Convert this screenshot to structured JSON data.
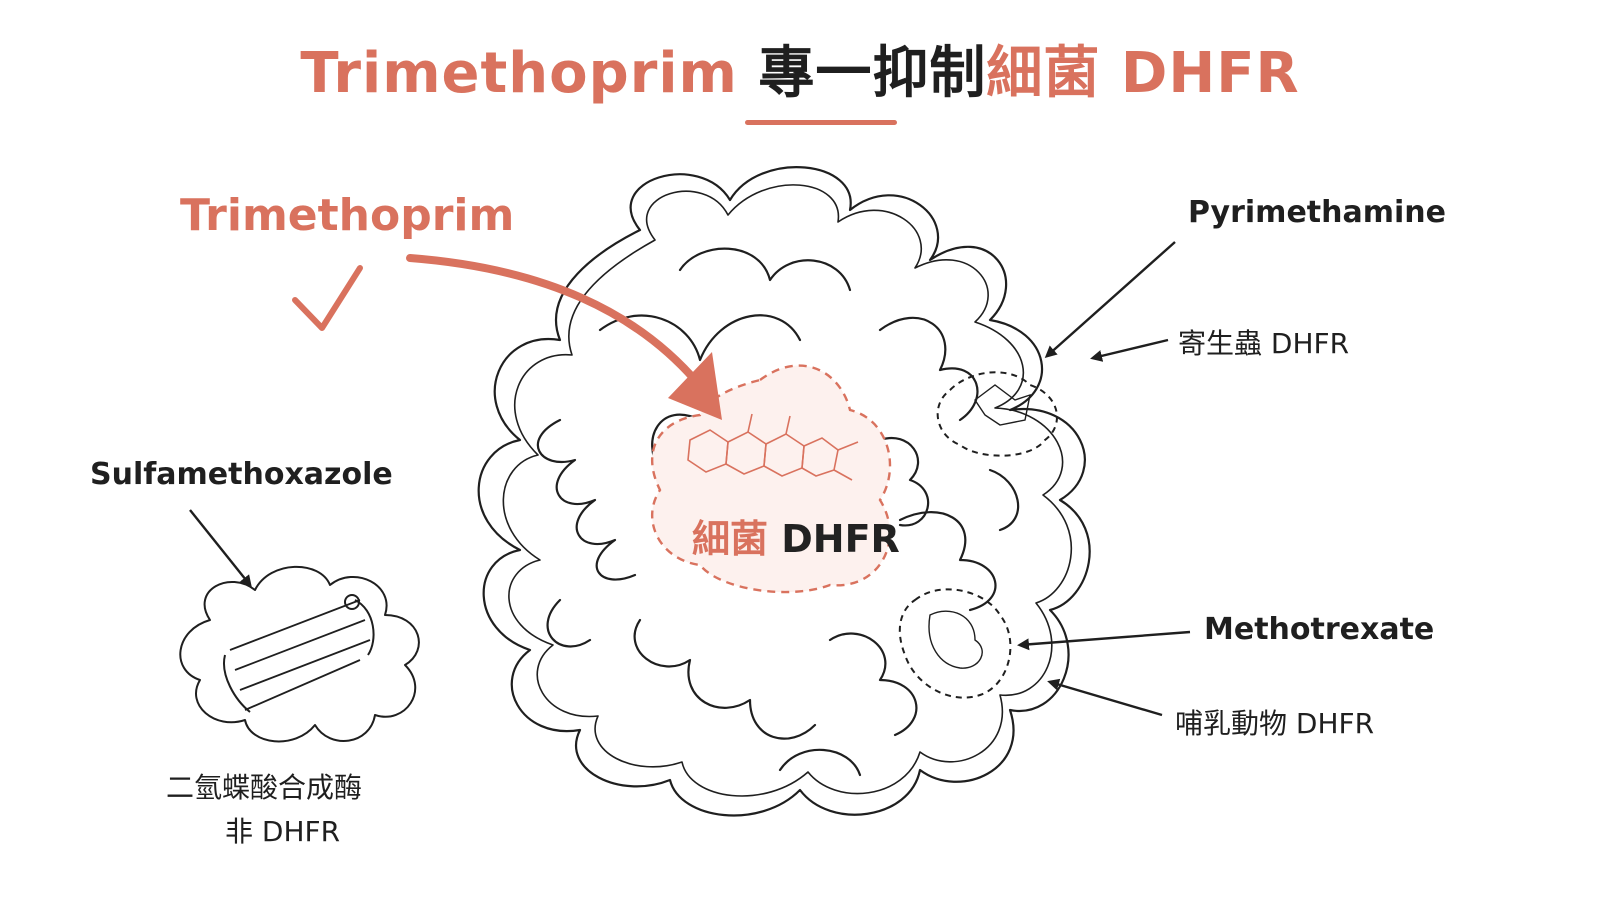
{
  "title": {
    "part1": "Trimethoprim",
    "part2": "專一抑制",
    "part3": "細菌 DHFR"
  },
  "labels": {
    "trimethoprim": "Trimethoprim",
    "pyrimethamine": "Pyrimethamine",
    "parasite_dhfr": "寄生蟲 DHFR",
    "sulfamethoxazole": "Sulfamethoxazole",
    "dhps_line1": "二氫蝶酸合成酶",
    "dhps_line2": "非 DHFR",
    "methotrexate": "Methotrexate",
    "mammal_dhfr": "哺乳動物 DHFR",
    "bacterial_part1": "細菌",
    "bacterial_part2": "DHFR"
  },
  "icons": {
    "check": "checkmark-icon"
  },
  "colors": {
    "accent": "#d9725e",
    "ink": "#1f1f1f"
  }
}
